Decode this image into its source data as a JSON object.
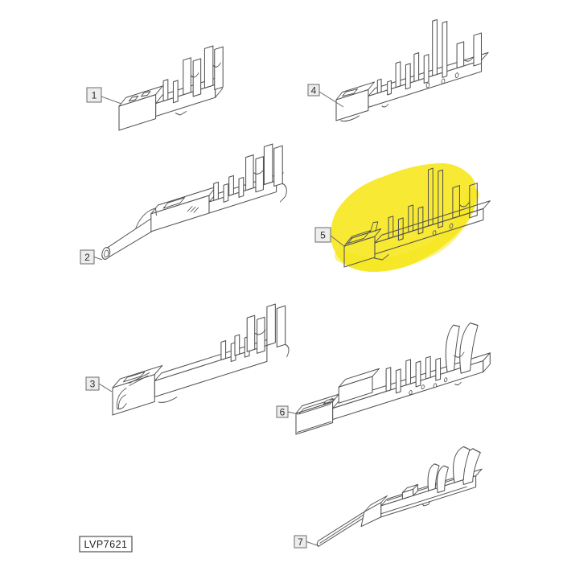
{
  "diagram": {
    "figure_code": "LVP7621",
    "background_color": "#ffffff",
    "line_color": "#525252",
    "callout_box_fill": "#ededed",
    "highlight_color": "#f6e71e",
    "callouts": [
      {
        "number": "1",
        "highlighted": false
      },
      {
        "number": "2",
        "highlighted": false
      },
      {
        "number": "3",
        "highlighted": false
      },
      {
        "number": "4",
        "highlighted": false
      },
      {
        "number": "5",
        "highlighted": true
      },
      {
        "number": "6",
        "highlighted": false
      },
      {
        "number": "7",
        "highlighted": false
      }
    ]
  }
}
